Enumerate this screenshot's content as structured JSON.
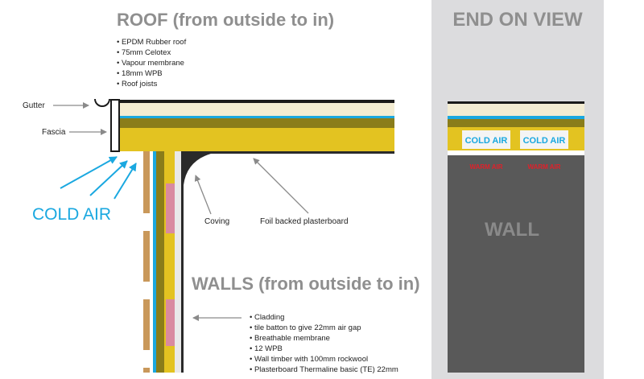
{
  "headings": {
    "roof": "ROOF (from outside to in)",
    "walls": "WALLS (from outside to in)",
    "end_view": "END ON VIEW"
  },
  "roof_layers": [
    "• EPDM Rubber roof",
    "• 75mm Celotex",
    "• Vapour membrane",
    "• 18mm WPB",
    "• Roof joists"
  ],
  "wall_layers": [
    "• Cladding",
    "• tile batton to give 22mm air gap",
    "• Breathable membrane",
    "• 12 WPB",
    "• Wall timber with 100mm rockwool",
    "• Plasterboard Thermaline basic (TE) 22mm"
  ],
  "labels": {
    "gutter": "Gutter",
    "fascia": "Fascia",
    "coving": "Coving",
    "foil": "Foil backed plasterboard",
    "cold_air": "COLD AIR"
  },
  "end_view": {
    "cold_air_1": "COLD AIR",
    "cold_air_2": "COLD AIR",
    "warm_air_1": "WARM AIR",
    "warm_air_2": "WARM AIR",
    "wall": "WALL"
  },
  "colors": {
    "panel_grey": "#dcdcde",
    "wall_dark": "#595959",
    "insulation_yellow": "#e3c321",
    "wpb_olive": "#8a7d1a",
    "cream": "#f3ecd2",
    "cold_blue": "#1aa8e0",
    "warm_red": "#e0202a",
    "cladding_tan": "#c9985a",
    "rockwool_pink": "#d98aa0"
  }
}
